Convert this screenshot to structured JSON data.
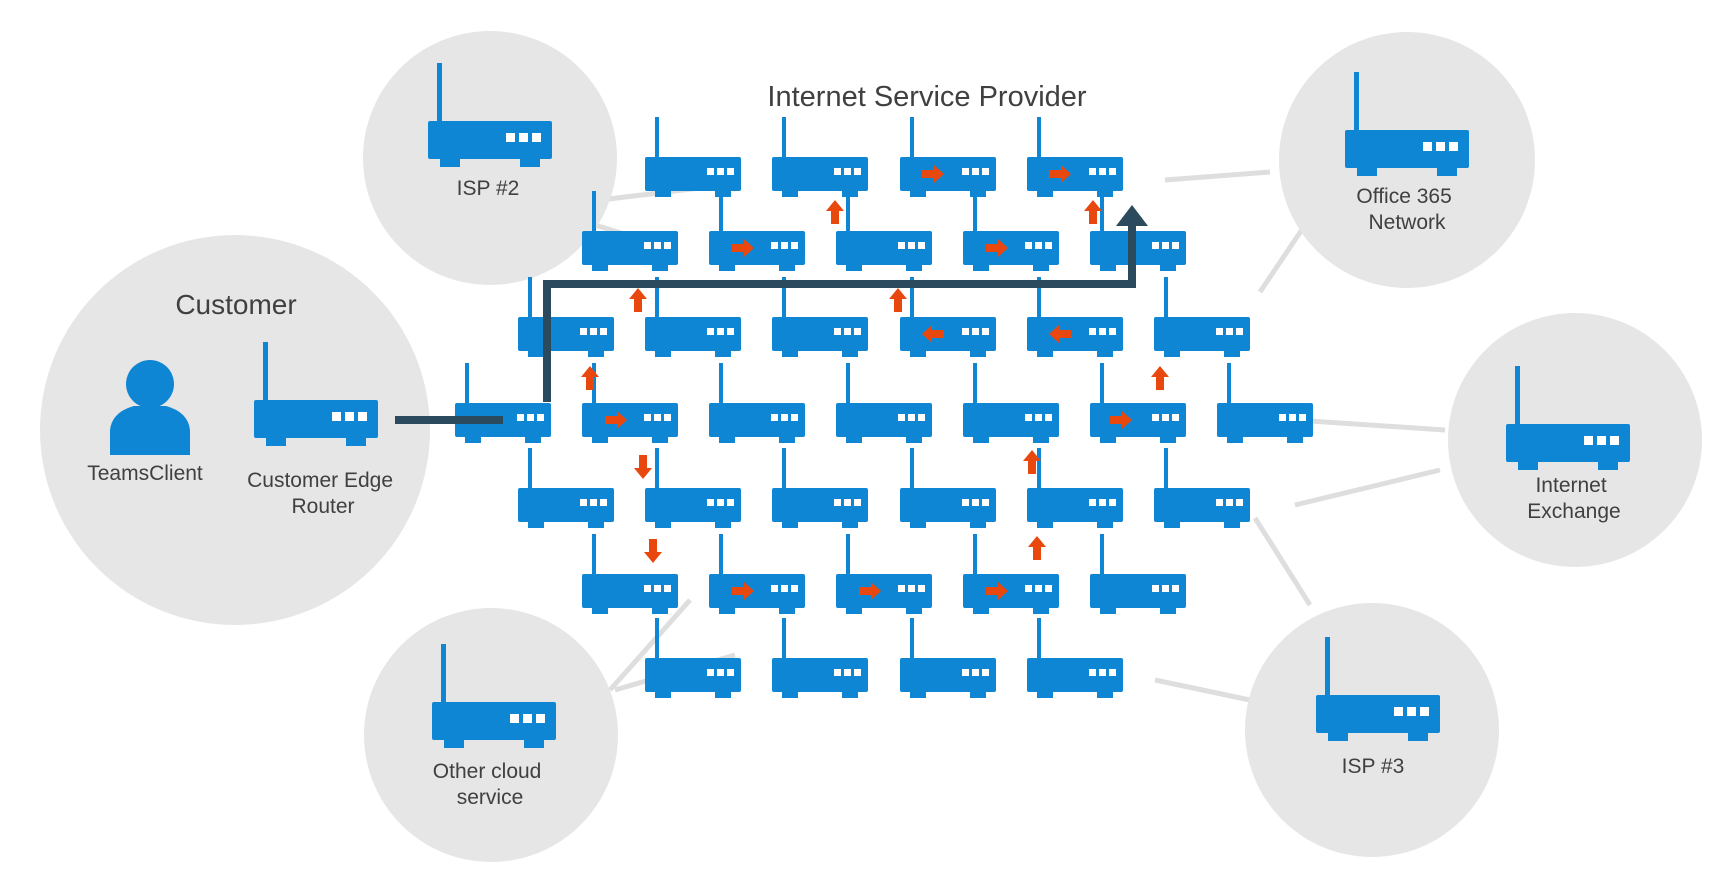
{
  "title": "Internet Service Provider",
  "colors": {
    "router": "#0f86d4",
    "path_arrow": "#e8480e",
    "customer_route": "#2b4a5e",
    "circle": "#e6e6e6",
    "link": "#dedede",
    "label_text": "#404040"
  },
  "icon": "router-icon",
  "nodes": {
    "customer": {
      "heading": "Customer",
      "client_label": "TeamsClient",
      "client_icon": "user-icon",
      "router_label": [
        "Customer Edge",
        "Router"
      ]
    },
    "isp2": {
      "label": [
        "ISP #2"
      ]
    },
    "office365": {
      "label": [
        "Office 365",
        "Network"
      ]
    },
    "internet_exchange": {
      "label": [
        "Internet",
        "Exchange"
      ]
    },
    "isp3": {
      "label": [
        "ISP #3"
      ]
    },
    "other_cloud": {
      "label": [
        "Other cloud",
        "service"
      ]
    }
  }
}
